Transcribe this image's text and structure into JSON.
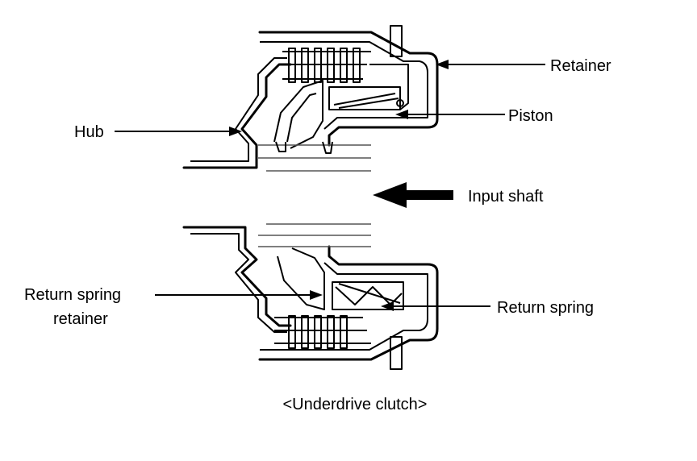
{
  "labels": {
    "retainer": "Retainer",
    "piston": "Piston",
    "hub": "Hub",
    "input_shaft": "Input shaft",
    "return_spring_retainer_line1": "Return spring",
    "return_spring_retainer_line2": "retainer",
    "return_spring": "Return spring"
  },
  "caption": "<Underdrive clutch>"
}
